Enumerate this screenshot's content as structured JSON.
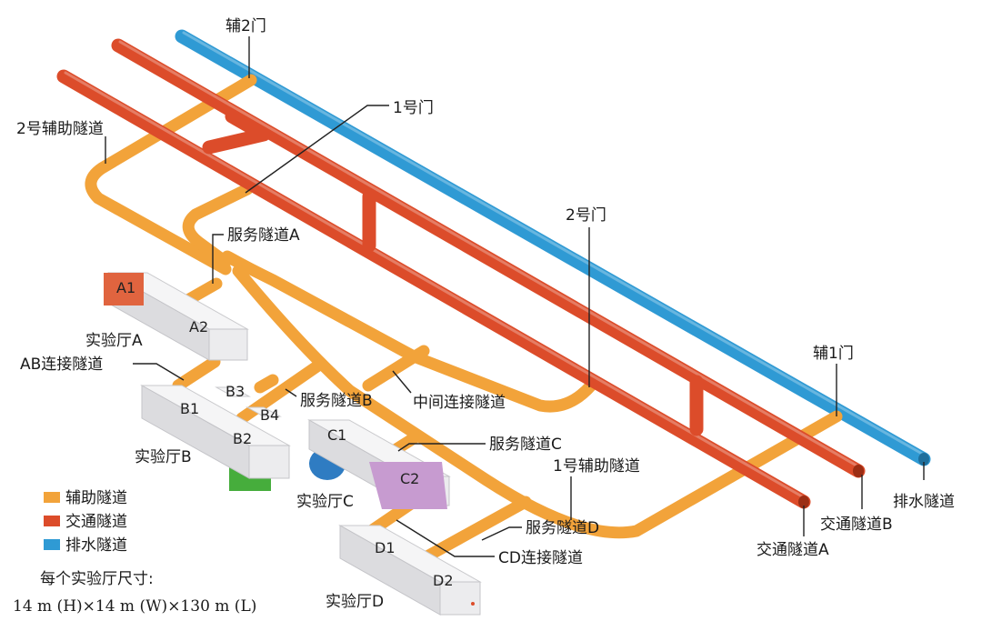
{
  "colors": {
    "auxiliary": "#f2a33a",
    "traffic": "#dc4c2a",
    "drainage": "#2f9ad4",
    "hall": "#e4e4e6",
    "hall_a1": "#e0643f",
    "hall_b_extension": "#46ad3c",
    "hall_c_extension": "#2f7cc2",
    "hall_c2": "#c79bd0"
  },
  "labels": {
    "aux_gate_2": "辅2门",
    "gate_1": "1号门",
    "aux_tunnel_2": "2号辅助隧道",
    "service_tunnel_a": "服务隧道A",
    "gate_2": "2号门",
    "hall_a": "实验厅A",
    "ab_connection": "AB连接隧道",
    "service_tunnel_b": "服务隧道B",
    "middle_connection": "中间连接隧道",
    "aux_gate_1": "辅1门",
    "hall_b": "实验厅B",
    "service_tunnel_c": "服务隧道C",
    "aux_tunnel_1": "1号辅助隧道",
    "hall_c": "实验厅C",
    "drainage_tunnel": "排水隧道",
    "traffic_tunnel_b": "交通隧道B",
    "service_tunnel_d": "服务隧道D",
    "cd_connection": "CD连接隧道",
    "traffic_tunnel_a": "交通隧道A",
    "hall_d": "实验厅D"
  },
  "halls": {
    "a1": "A1",
    "a2": "A2",
    "b1": "B1",
    "b2": "B2",
    "b3": "B3",
    "b4": "B4",
    "c1": "C1",
    "c2": "C2",
    "d1": "D1",
    "d2": "D2"
  },
  "legend": {
    "items": [
      {
        "label": "辅助隧道",
        "color": "#f2a33a"
      },
      {
        "label": "交通隧道",
        "color": "#dc4c2a"
      },
      {
        "label": "排水隧道",
        "color": "#2f9ad4"
      }
    ]
  },
  "dimensions": {
    "heading": "每个实验厅尺寸:",
    "value": "14 m (H)×14 m (W)×130 m (L)"
  }
}
